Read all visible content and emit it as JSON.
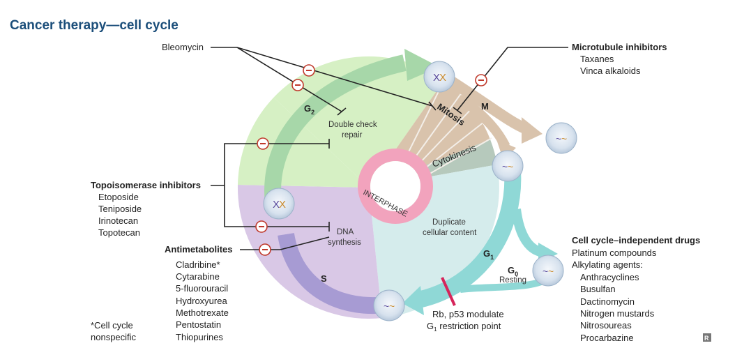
{
  "title": "Cancer therapy—cell cycle",
  "bleomycin": "Bleomycin",
  "microtubule": {
    "heading": "Microtubule inhibitors",
    "items": [
      "Taxanes",
      "Vinca alkaloids"
    ]
  },
  "topoisomerase": {
    "heading": "Topoisomerase inhibitors",
    "items": [
      "Etoposide",
      "Teniposide",
      "Irinotecan",
      "Topotecan"
    ]
  },
  "antimetabolites": {
    "heading": "Antimetabolites",
    "items": [
      "Cladribine*",
      "Cytarabine",
      "5-fluorouracil",
      "Hydroxyurea",
      "Methotrexate",
      "Pentostatin",
      "Thiopurines"
    ]
  },
  "footnote": [
    "*Cell cycle",
    "nonspecific"
  ],
  "independent": {
    "heading": "Cell cycle–independent drugs",
    "line1": "Platinum compounds",
    "line2": "Alkylating agents:",
    "subitems": [
      "Anthracyclines",
      "Busulfan",
      "Dactinomycin",
      "Nitrogen mustards",
      "Nitrosoureas",
      "Procarbazine"
    ]
  },
  "phases": {
    "g2": "G",
    "g2_sub": "2",
    "m": "M",
    "mitosis": "Mitosis",
    "cytokinesis": "Cytokinesis",
    "g1": "G",
    "g1_sub": "1",
    "g0": "G",
    "g0_sub": "0",
    "resting": "Resting",
    "s": "S",
    "interphase": "INTERPHASE"
  },
  "regions": {
    "g2_line1": "Double check",
    "g2_line2": "repair",
    "s_line1": "DNA",
    "s_line2": "synthesis",
    "g1_line1": "Duplicate",
    "g1_line2": "cellular content"
  },
  "restriction": {
    "line1": "Rb, p53 modulate",
    "line2_pre": "G",
    "line2_sub": "1",
    "line2_post": " restriction point"
  },
  "colors": {
    "title": "#1b4e7a",
    "g2": "#d6f0c4",
    "g2_arrow": "#a7d7a9",
    "s": "#d9c8e6",
    "s_arrow": "#a79bd3",
    "g1": "#d5ecec",
    "g1_arrow": "#8fd8d6",
    "mitosis": "#d9c3ac",
    "interphase_ring": "#f2a3bd",
    "restriction": "#d6245a",
    "inhibit": "#c0392b"
  },
  "icons": [
    "cell-icon",
    "inhibit-icon",
    "logo-icon"
  ]
}
